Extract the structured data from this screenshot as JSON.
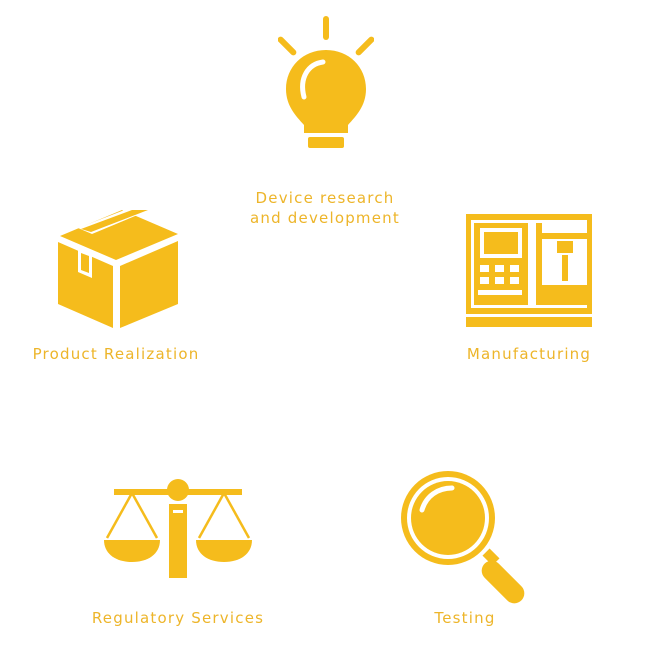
{
  "colors": {
    "accent": "#F5BC1C",
    "label": "#EDB52A",
    "background": "#FFFFFF"
  },
  "nodes": {
    "rnd": {
      "icon": "lightbulb-icon",
      "label_line1": "Device research",
      "label_line2": "and development"
    },
    "manufacturing": {
      "icon": "manufacturing-machine-icon",
      "label": "Manufacturing"
    },
    "testing": {
      "icon": "magnifying-glass-icon",
      "label": "Testing"
    },
    "regulatory": {
      "icon": "balance-scale-icon",
      "label": "Regulatory Services"
    },
    "product": {
      "icon": "package-box-icon",
      "label": "Product Realization"
    }
  }
}
